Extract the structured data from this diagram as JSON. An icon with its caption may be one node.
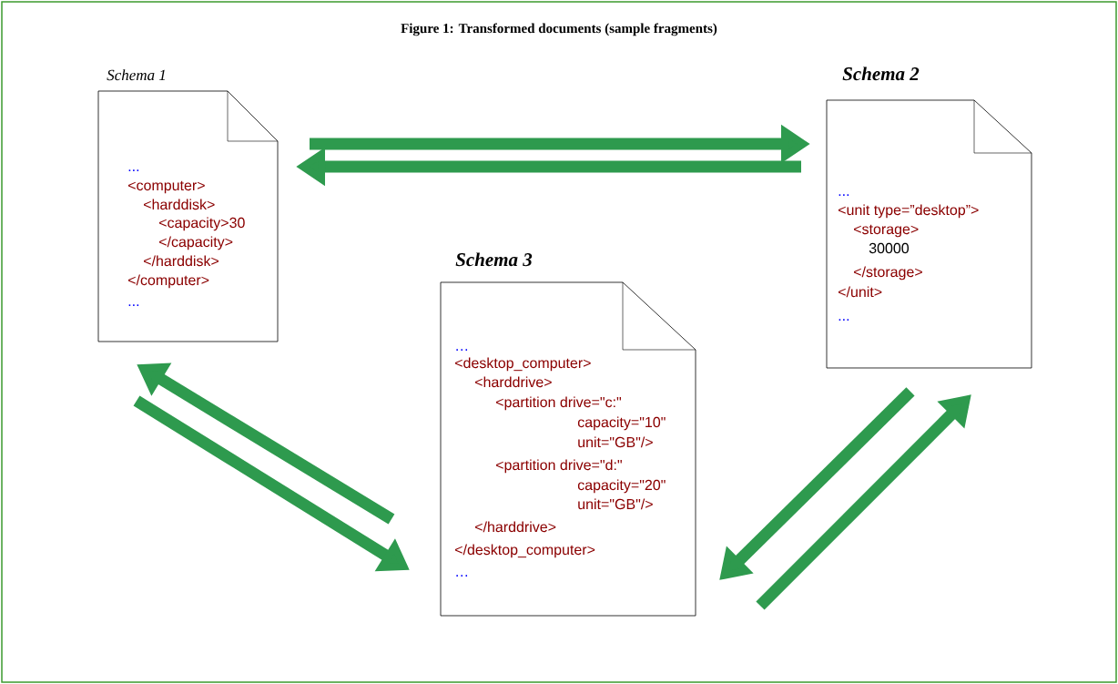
{
  "diagram": {
    "title": "Figure 1: Transformed documents (sample fragments)",
    "nodes": [
      {
        "text": [
          "Schema 1",
          "...",
          "<computer>",
          "<harddisk>",
          "<capacity>30",
          "</capacity>",
          "</harddisk>",
          "</computer>",
          "..."
        ]
      },
      {
        "text": [
          "Schema 2",
          "...",
          "<unit type=”desktop”>",
          "<storage>",
          "30000",
          "</storage>",
          "</unit>",
          "..."
        ]
      },
      {
        "text": [
          "Schema 3",
          "…",
          "<desktop_computer>",
          "<harddrive>",
          "<partition drive=\"c:\"",
          "capacity=\"10\"",
          "unit=\"GB\"/>",
          "<partition drive=\"d:\"",
          "capacity=\"20\"",
          "unit=\"GB\"/>",
          "</harddrive>",
          "</desktop_computer>",
          "…"
        ]
      }
    ],
    "edges": [
      {
        "from": 0,
        "to": 1,
        "arrow": "to"
      },
      {
        "from": 1,
        "to": 0,
        "arrow": "to"
      },
      {
        "from": 2,
        "to": 0,
        "arrow": "to"
      },
      {
        "from": 0,
        "to": 2,
        "arrow": "to"
      },
      {
        "from": 1,
        "to": 2,
        "arrow": "to"
      },
      {
        "from": 2,
        "to": 1,
        "arrow": "to"
      }
    ]
  }
}
